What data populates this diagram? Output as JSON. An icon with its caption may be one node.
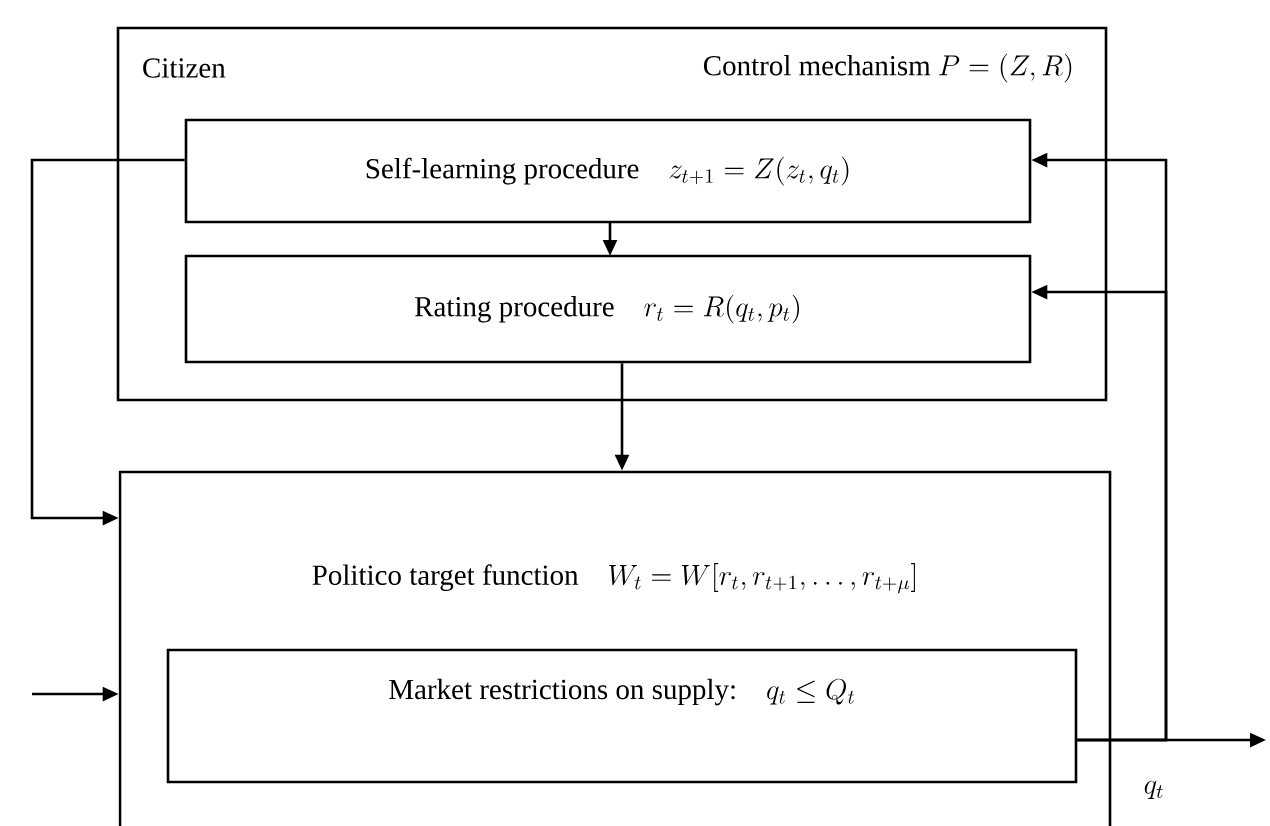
{
  "diagram": {
    "nodes": [
      {
        "text": [
          "Citizen",
          "Control mechanism",
          "P=(Z,R)"
        ]
      },
      {
        "text": [
          "Self-learning procedure",
          "z_{t+1}=Z(z_t,q_t)"
        ],
        "in": 0
      },
      {
        "text": [
          "Rating procedure",
          "r_t=R(q_t,p_t)"
        ],
        "in": 0
      },
      {
        "text": [
          "Politico target function",
          "W_t=W[r_t,r_{t+1},\\ldots,r_{t+\\mu}]"
        ]
      },
      {
        "text": [
          "Market restrictions on supply:",
          "q_t\\le Q_t"
        ],
        "in": 3
      }
    ],
    "edges": [
      {
        "from": 1,
        "to": 2,
        "arrow": "to"
      },
      {
        "from": 2,
        "to": 3,
        "arrow": "to"
      },
      {
        "from": 1,
        "to": 3,
        "arrow": "to"
      },
      {
        "from": null,
        "to": 3,
        "arrow": "to"
      },
      {
        "from": 4,
        "to": null,
        "arrow": "to",
        "label": "q_t"
      },
      {
        "from": 4,
        "to": 1,
        "arrow": "to"
      },
      {
        "from": 4,
        "to": 2,
        "arrow": "to"
      }
    ]
  }
}
